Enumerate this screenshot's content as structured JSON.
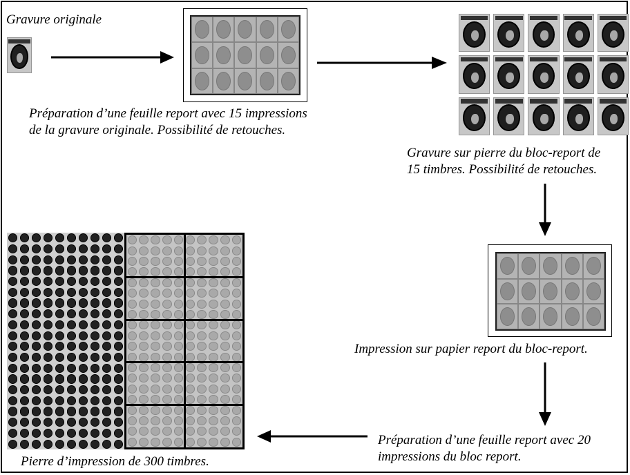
{
  "captions": {
    "gravure_originale": "Gravure originale",
    "step1_line1": "Préparation d’une feuille report avec 15 impressions",
    "step1_line2": "de la gravure originale. Possibilité de retouches.",
    "step2_line1": "Gravure sur pierre du bloc-report de",
    "step2_line2": "15 timbres. Possibilité de retouches.",
    "step3": "Impression sur papier report du bloc-report.",
    "step4_line1": "Préparation d’une feuille report avec 20",
    "step4_line2": "impressions du bloc report.",
    "step5": "Pierre d’impression de 300 timbres."
  },
  "colors": {
    "stamp_light": "#b4b4b4",
    "stamp_dark": "#1f1f1f",
    "arrow": "#000000"
  },
  "icons": {
    "original": "stamp-icon",
    "arrow": "arrow-icon"
  }
}
